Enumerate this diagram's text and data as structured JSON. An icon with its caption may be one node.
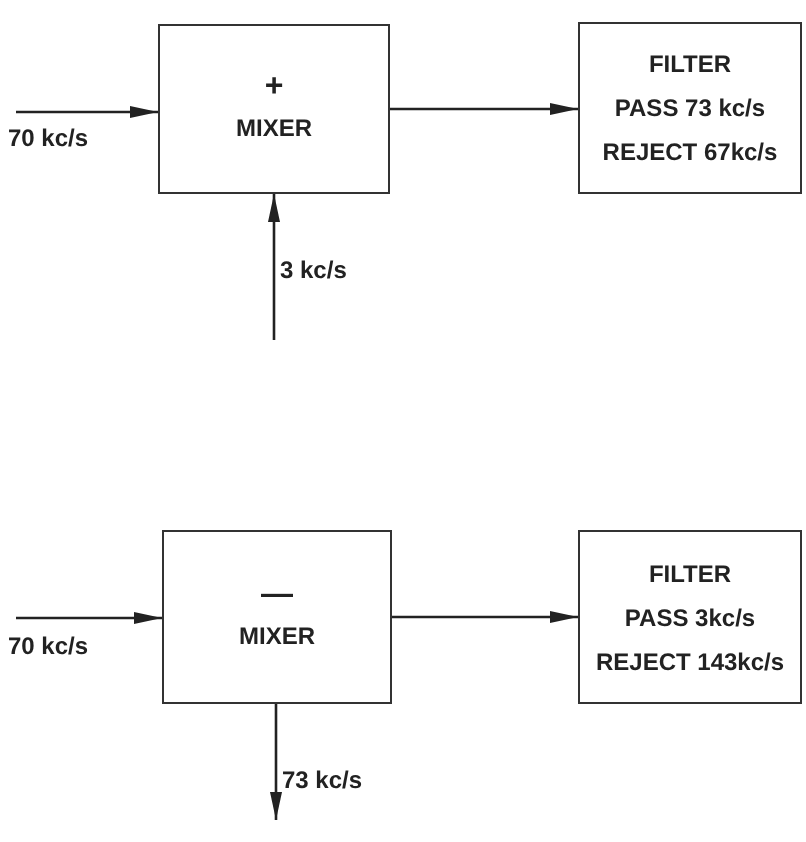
{
  "diagram": {
    "nodes": [
      {
        "text": [
          "+",
          "MIXER"
        ]
      },
      {
        "text": [
          "FILTER",
          "PASS 73 kc/s",
          "REJECT 67kc/s"
        ]
      },
      {
        "text": [
          "—",
          "MIXER"
        ]
      },
      {
        "text": [
          "FILTER",
          "PASS 3kc/s",
          "REJECT 143kc/s"
        ]
      }
    ],
    "edges": [
      {
        "from": null,
        "to": 0,
        "arrow": "to",
        "label": "70 kc/s"
      },
      {
        "from": 0,
        "to": 1,
        "arrow": "to"
      },
      {
        "from": null,
        "to": 0,
        "arrow": "to",
        "label": "3 kc/s"
      },
      {
        "from": null,
        "to": 2,
        "arrow": "to",
        "label": "70 kc/s"
      },
      {
        "from": 2,
        "to": 3,
        "arrow": "to"
      },
      {
        "from": 2,
        "to": null,
        "arrow": "to",
        "label": "73 kc/s"
      }
    ]
  }
}
